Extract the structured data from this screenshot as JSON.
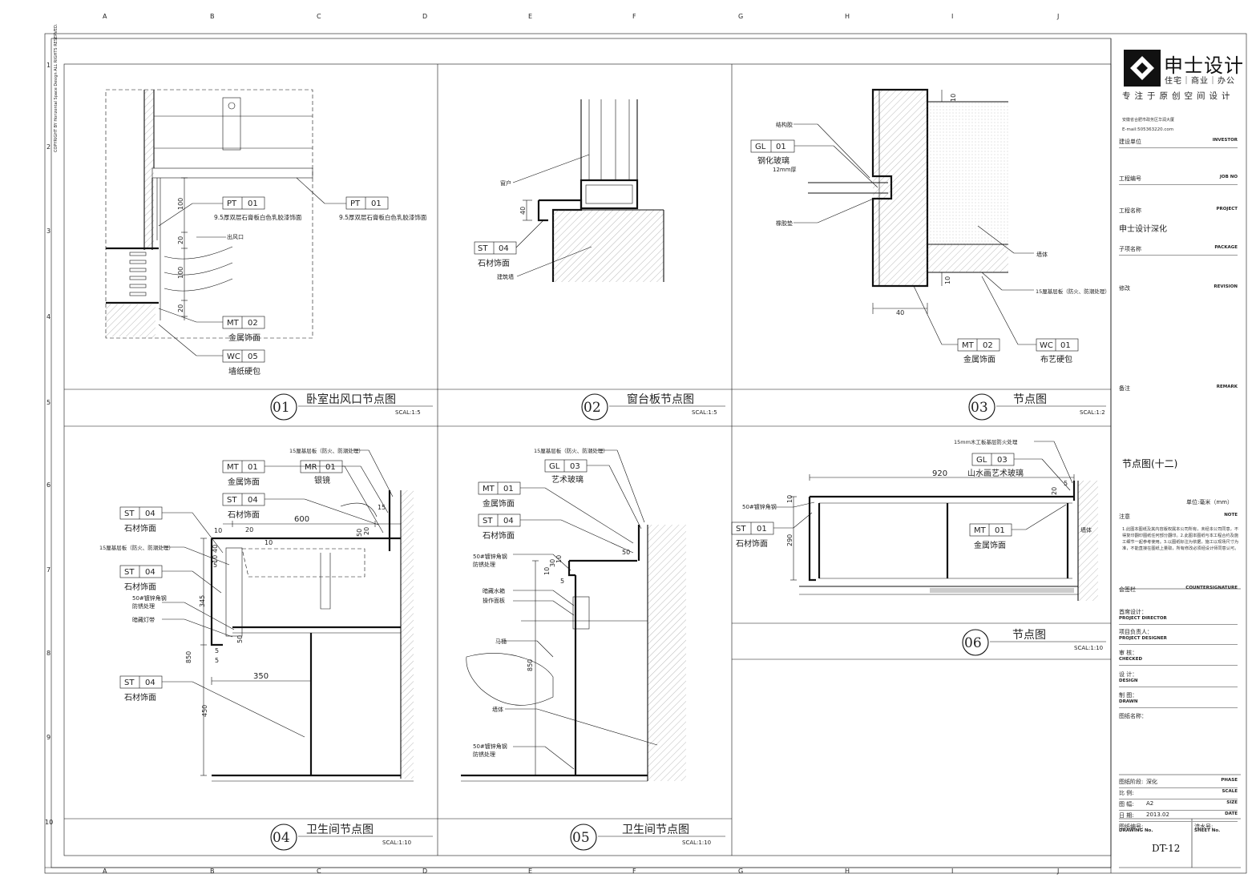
{
  "grid": {
    "cols": [
      "A",
      "B",
      "C",
      "D",
      "E",
      "F",
      "G",
      "H",
      "I",
      "J"
    ],
    "rows": [
      "1",
      "2",
      "3",
      "4",
      "5",
      "6",
      "7",
      "8",
      "9",
      "10"
    ]
  },
  "copyright": "COPYRIGHT BY Horizontal Space Design ALL RIGHTS RESERVED.",
  "details": [
    {
      "num": "01",
      "title": "卧室出风口节点图",
      "scale": "SCAL:1:5"
    },
    {
      "num": "02",
      "title": "窗台板节点图",
      "scale": "SCAL:1:5"
    },
    {
      "num": "03",
      "title": "节点图",
      "scale": "SCAL:1:2"
    },
    {
      "num": "04",
      "title": "卫生间节点图",
      "scale": "SCAL:1:10"
    },
    {
      "num": "05",
      "title": "卫生间节点图",
      "scale": "SCAL:1:10"
    },
    {
      "num": "06",
      "title": "节点图",
      "scale": "SCAL:1:10"
    }
  ],
  "tags": {
    "PT": "PT",
    "ST": "ST",
    "MT": "MT",
    "WC": "WC",
    "GL": "GL",
    "MR": "MR",
    "n01": "01",
    "n02": "02",
    "n03": "03",
    "n04": "04",
    "n05": "05"
  },
  "labels": {
    "gypsum": "9.5厚双层石膏板白色乳胶漆饰面",
    "vent": "出风口",
    "metal": "金属饰面",
    "wallpaper": "墙纸硬包",
    "window": "窗户",
    "stone": "石材饰面",
    "building_wall": "建筑墙",
    "structural_glue": "结构胶",
    "tempered_glass": "钢化玻璃",
    "glass_12": "12mm厚",
    "rubber_pad": "橡胶垫",
    "wall": "墙体",
    "board15": "15厘基层板（防火、防潮处理）",
    "fabric": "布艺硬包",
    "mirror": "银镜",
    "steel50": "50#镀锌角钢",
    "anti_rust": "防锈处理",
    "led": "暗藏灯带",
    "art_glass": "艺术玻璃",
    "tank": "暗藏水箱",
    "panel": "操作面板",
    "toilet": "马桶",
    "wood15": "15mm木工板基层防火处理",
    "landscape_glass": "山水画艺术玻璃",
    "wall_short": "墙体"
  },
  "dims": {
    "d100": "100",
    "d20": "20",
    "d40": "40",
    "d10": "10",
    "d600": "600",
    "d5": "5",
    "d345": "345",
    "d50": "50",
    "d850": "850",
    "d350": "350",
    "d450": "450",
    "d15": "15",
    "d30": "30",
    "d920": "920",
    "d290": "290"
  },
  "titleblock": {
    "brand": "申士设计",
    "brand_sub": "住宅｜商业｜办公",
    "slogan": "专注于原创空间设计",
    "address": "安徽省合肥市政务区华润大厦",
    "email": "E-mail:505363220.com",
    "rows": [
      {
        "cn": "建设单位",
        "en": "INVESTOR"
      },
      {
        "cn": "工程编号",
        "en": "JOB NO"
      },
      {
        "cn": "工程名称",
        "en": "PROJECT"
      },
      {
        "cn": "子项名称",
        "en": "PACKAGE"
      },
      {
        "cn": "修改",
        "en": "REVISION"
      },
      {
        "cn": "备注",
        "en": "REMARK"
      }
    ],
    "project_value": "申士设计深化",
    "sheet_title": "节点图(十二)",
    "unit": "单位:毫米（mm）",
    "notes_label": "注意",
    "notes_en": "NOTE",
    "notes": "1.此图本图纸及其内容版权属本公司所有，未经本公司同意，不得复印翻印图纸任何部分翻印。2.此图本图纸与本工程合约及施工细节一起参考使用。3.以图纸标注为依据，施工以现场尺寸为准，不能直接在图纸上量取，所有修改必须经设计师同意认可。",
    "countersign_cn": "会签栏",
    "countersign_en": "COUNTERSIGNATURE",
    "staff": [
      {
        "cn": "首席设计：",
        "en": "PROJECT DIRECTOR"
      },
      {
        "cn": "项目负责人：",
        "en": "PROJECT DESIGNER"
      },
      {
        "cn": "审    核：",
        "en": "CHECKED"
      },
      {
        "cn": "设    计：",
        "en": "DESIGN"
      },
      {
        "cn": "制    图：",
        "en": "DRAWN"
      },
      {
        "cn": "图纸名称：",
        "en": ""
      }
    ],
    "phase_cn": "图纸阶段:",
    "phase_val": "深化",
    "phase_en": "PHASE",
    "scale_cn": "比    例:",
    "scale_en": "SCALE",
    "size_cn": "图    幅:",
    "size_val": "A2",
    "size_en": "SIZE",
    "date_cn": "日    期:",
    "date_val": "2013.02",
    "date_en": "DATE",
    "drawno_cn": "图纸编号:",
    "drawno_en": "DRAWING No.",
    "flow_cn": "流水号:",
    "flow_en": "SHEET No.",
    "sheet_no": "DT-12"
  }
}
